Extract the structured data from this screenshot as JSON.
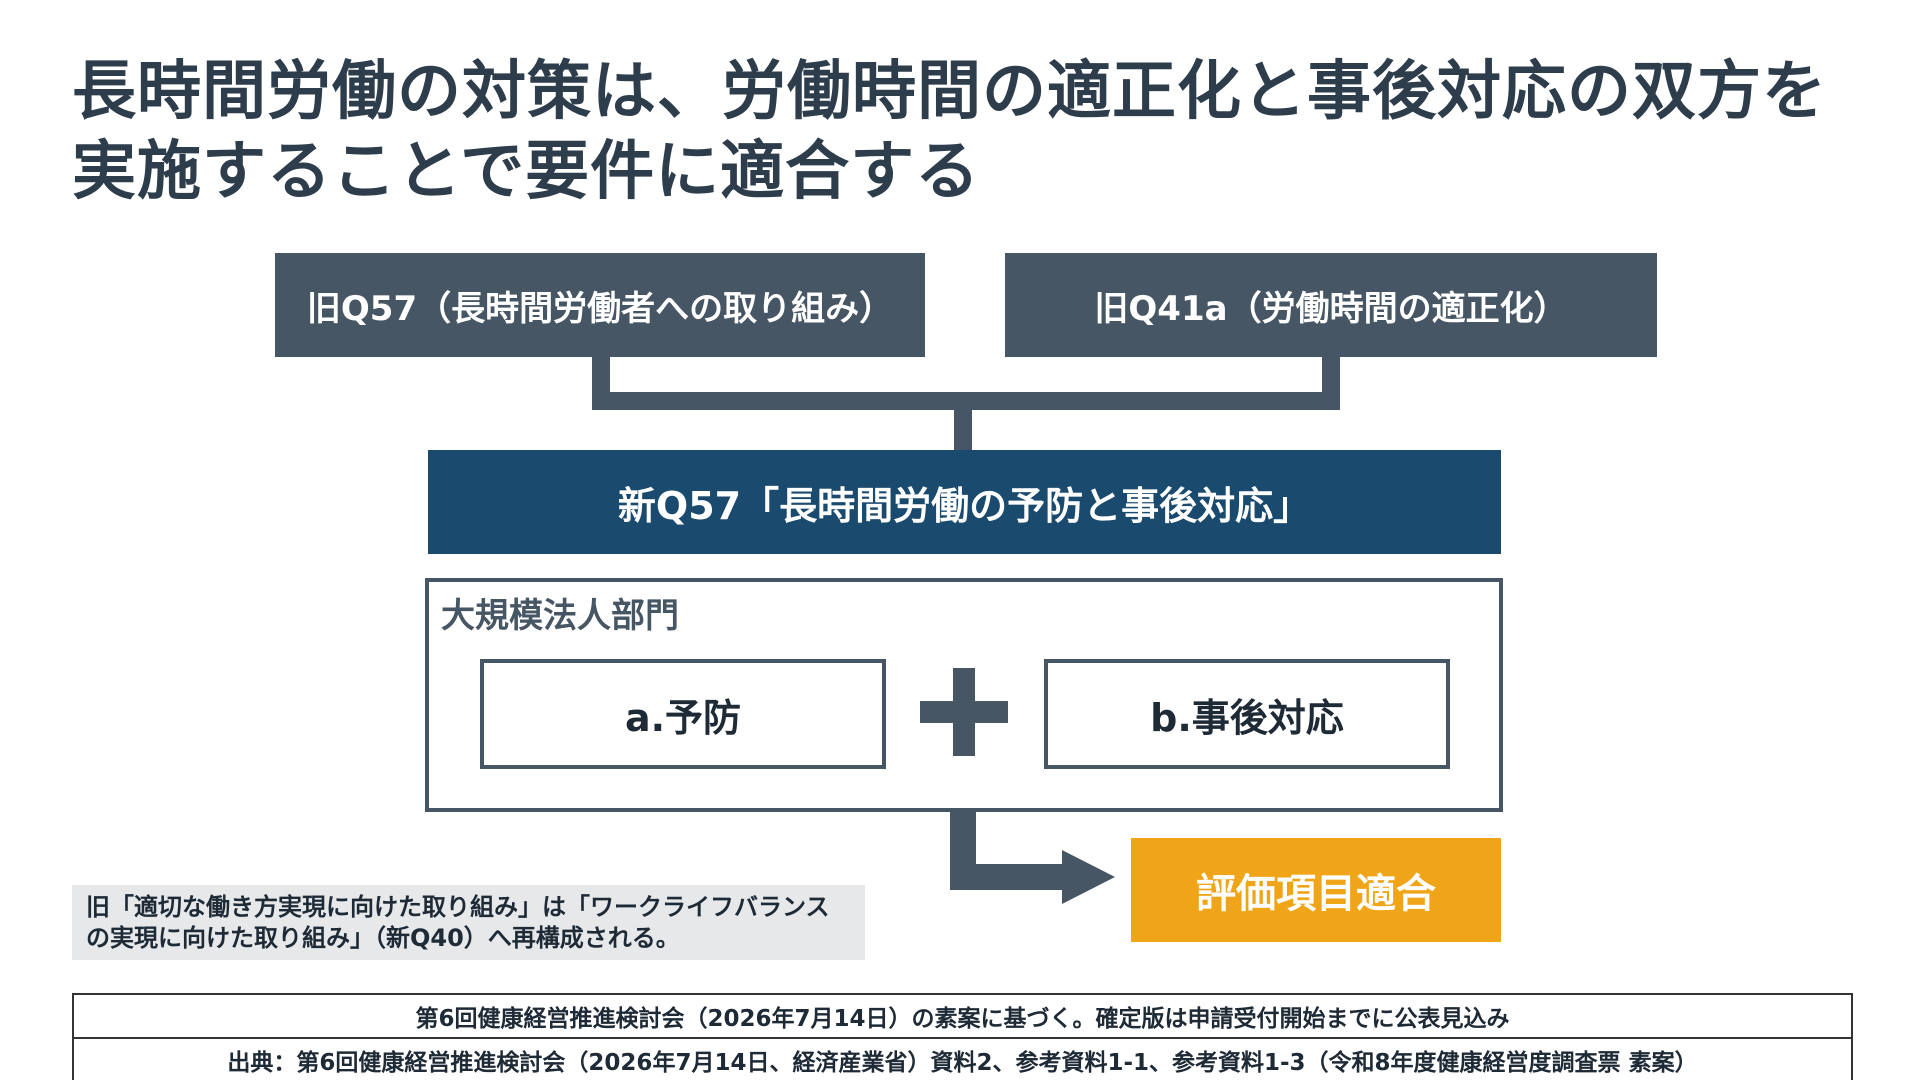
{
  "title": {
    "line1": "長時間労働の対策は、労働時間の適正化と事後対応の双方を",
    "line2": "実施することで要件に適合する"
  },
  "diagram": {
    "old_q57": "旧Q57（長時間労働者への取り組み）",
    "old_q41a": "旧Q41a（労働時間の適正化）",
    "new_q57": "新Q57「長時間労働の予防と事後対応」",
    "department": "大規模法人部門",
    "item_a": "a.予防",
    "item_b": "b.事後対応",
    "result": "評価項目適合"
  },
  "note": {
    "line1": "旧「適切な働き方実現に向けた取り組み」は「ワークライフバランス",
    "line2": "の実現に向けた取り組み」（新Q40）へ再構成される。"
  },
  "footer": {
    "row1": "第6回健康経営推進検討会（2026年7月14日）の素案に基づく。確定版は申請受付開始までに公表見込み",
    "row2": "出典：第6回健康経営推進検討会（2026年7月14日、経済産業省）資料2、参考資料1-1、参考資料1-3（令和8年度健康経営度調査票 素案）"
  },
  "colors": {
    "old_box": "#475665",
    "new_box": "#1a4a6e",
    "result_box": "#f0a418",
    "connector": "#475665"
  }
}
